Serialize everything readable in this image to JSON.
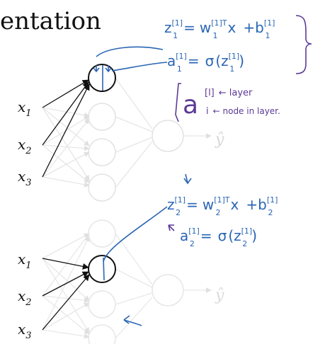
{
  "slide": {
    "title_fragment": "entation"
  },
  "colors": {
    "ink": "#111111",
    "faint": "#e4e4e4",
    "blue": "#2a66b4",
    "purple": "#5c3a96"
  },
  "network_top": {
    "inputs": [
      {
        "var": "x",
        "sub": "1"
      },
      {
        "var": "x",
        "sub": "2"
      },
      {
        "var": "x",
        "sub": "3"
      }
    ],
    "output": "ŷ",
    "annotations": {
      "z_lhs": "z",
      "z_sup": "[1]",
      "z_sub": "1",
      "eq": "=",
      "w": "w",
      "w_sup": "[1]T",
      "w_sub": "1",
      "x": "x",
      "plus": "+",
      "b": "b",
      "b_sup": "[1]",
      "b_sub": "1",
      "a_lhs": "a",
      "a_sup": "[1]",
      "a_sub": "1",
      "sigma": "σ",
      "a_rhs": "(z",
      "a_rhs_sup": "[1]",
      "a_rhs_sub": "1",
      "a_close": ")"
    },
    "notation": {
      "a": "a",
      "sup": "[l]",
      "sup_note": "← layer",
      "sub": "i",
      "sub_note": "← node in layer."
    }
  },
  "network_bottom": {
    "inputs": [
      {
        "var": "x",
        "sub": "1"
      },
      {
        "var": "x",
        "sub": "2"
      },
      {
        "var": "x",
        "sub": "3"
      }
    ],
    "output": "ŷ",
    "annotations": {
      "z_lhs": "z",
      "z_sup": "[1]",
      "z_sub": "2",
      "eq": "=",
      "w": "w",
      "w_sup": "[1]T",
      "w_sub": "2",
      "x": "x",
      "plus": "+",
      "b": "b",
      "b_sup": "[1]",
      "b_sub": "2",
      "a_lhs": "a",
      "a_sup": "[1]",
      "a_sub": "2",
      "sigma": "σ",
      "a_rhs": "(z",
      "a_rhs_sup": "[1]",
      "a_rhs_sub": "2",
      "a_close": ")"
    }
  }
}
